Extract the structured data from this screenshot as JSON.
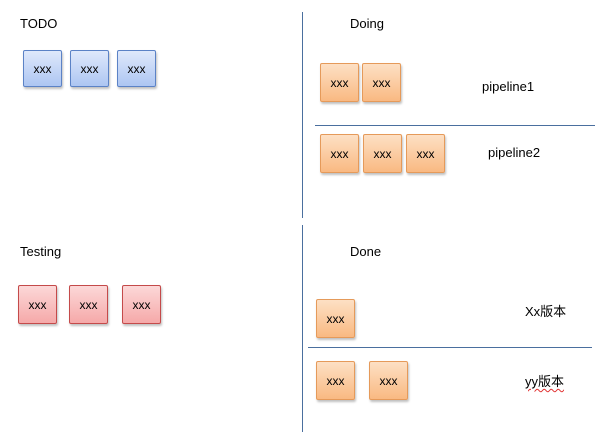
{
  "quadrants": {
    "todo": {
      "title": "TODO",
      "cards": [
        "xxx",
        "xxx",
        "xxx"
      ]
    },
    "doing": {
      "title": "Doing",
      "lanes": [
        {
          "name": "pipeline1",
          "cards": [
            "xxx",
            "xxx"
          ]
        },
        {
          "name": "pipeline2",
          "cards": [
            "xxx",
            "xxx",
            "xxx"
          ]
        }
      ]
    },
    "testing": {
      "title": "Testing",
      "cards": [
        "xxx",
        "xxx",
        "xxx"
      ]
    },
    "done": {
      "title": "Done",
      "lanes": [
        {
          "name": "Xx版本",
          "cards": [
            "xxx"
          ]
        },
        {
          "name": "yy版本",
          "cards": [
            "xxx",
            "xxx"
          ]
        }
      ]
    }
  },
  "colors": {
    "todo_card": "#adc6f2",
    "doing_card": "#f9b982",
    "testing_card": "#f5a9a9",
    "done_card": "#f9b982",
    "divider": "#4a6f9e"
  }
}
